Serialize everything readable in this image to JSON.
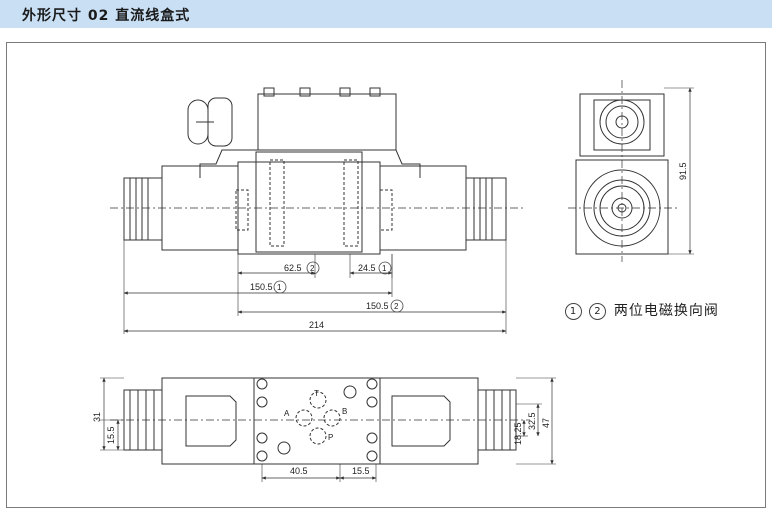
{
  "header": {
    "title": "外形尺寸  02 直流线盒式"
  },
  "front_view": {
    "dims": {
      "d1": "62.5",
      "d2": "24.5",
      "d3": "150.5",
      "d4": "150.5",
      "d5": "214"
    },
    "marks": {
      "m1": "2",
      "m2": "1",
      "m3": "1",
      "m4": "2"
    }
  },
  "side_view": {
    "height": "91.5"
  },
  "legend": {
    "c1": "1",
    "c2": "2",
    "text": "两位电磁换向阀"
  },
  "top_view": {
    "ports": {
      "t": "T",
      "a": "A",
      "b": "B",
      "p": "P"
    },
    "dims": {
      "w1": "40.5",
      "w2": "15.5",
      "h1": "31",
      "h2": "15.5",
      "h3": "18.25",
      "h4": "32.5",
      "h5": "47"
    }
  }
}
